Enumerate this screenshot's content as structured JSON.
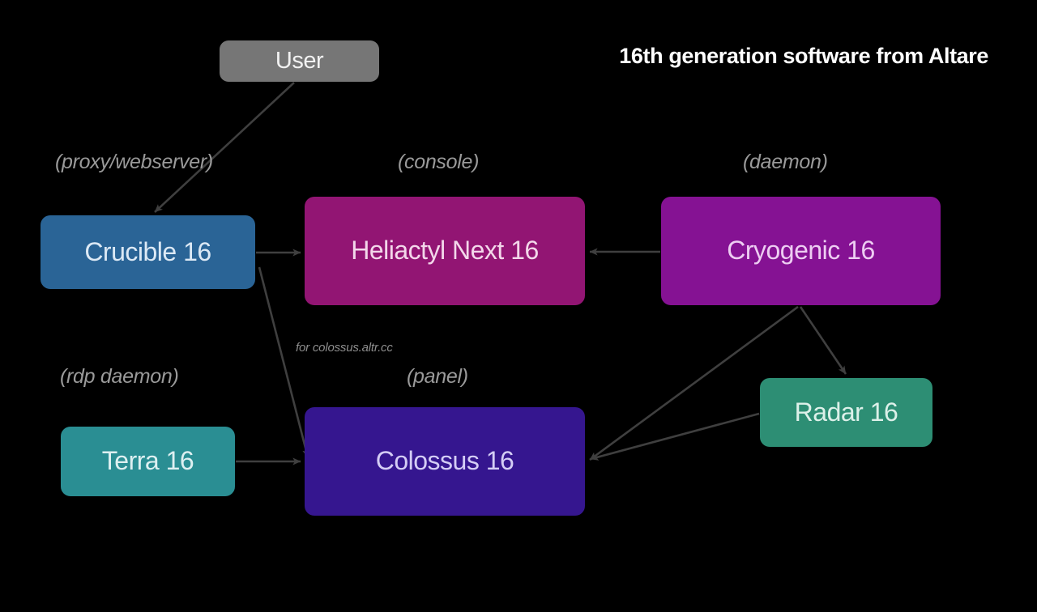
{
  "title": "16th generation software from Altare",
  "background_color": "#000000",
  "edge_color": "#3f3f3f",
  "nodes": [
    {
      "id": "user",
      "label": "User",
      "color": "#767676",
      "text_color": "#f2f2f2"
    },
    {
      "id": "crucible",
      "label": "Crucible 16",
      "color": "#2a6496",
      "text_color": "#dce9f5"
    },
    {
      "id": "heliactyl",
      "label": "Heliactyl Next 16",
      "color": "#921573",
      "text_color": "#f3d7ea"
    },
    {
      "id": "cryogenic",
      "label": "Cryogenic 16",
      "color": "#851293",
      "text_color": "#edcdf2"
    },
    {
      "id": "terra",
      "label": "Terra 16",
      "color": "#2a8e93",
      "text_color": "#ddf0f1"
    },
    {
      "id": "colossus",
      "label": "Colossus 16",
      "color": "#35168f",
      "text_color": "#d4cdf5"
    },
    {
      "id": "radar",
      "label": "Radar 16",
      "color": "#2d8e74",
      "text_color": "#dcf0e9"
    }
  ],
  "annotations": {
    "proxy_webserver": "(proxy/webserver)",
    "console": "(console)",
    "daemon": "(daemon)",
    "rdp_daemon": "(rdp daemon)",
    "panel": "(panel)",
    "colossus_host": "for colossus.altr.cc"
  },
  "edges": [
    {
      "from": "user",
      "to": "crucible"
    },
    {
      "from": "crucible",
      "to": "heliactyl"
    },
    {
      "from": "cryogenic",
      "to": "heliactyl"
    },
    {
      "from": "crucible",
      "to": "colossus"
    },
    {
      "from": "terra",
      "to": "colossus"
    },
    {
      "from": "cryogenic",
      "to": "radar"
    },
    {
      "from": "cryogenic",
      "to": "colossus"
    },
    {
      "from": "radar",
      "to": "colossus"
    }
  ]
}
